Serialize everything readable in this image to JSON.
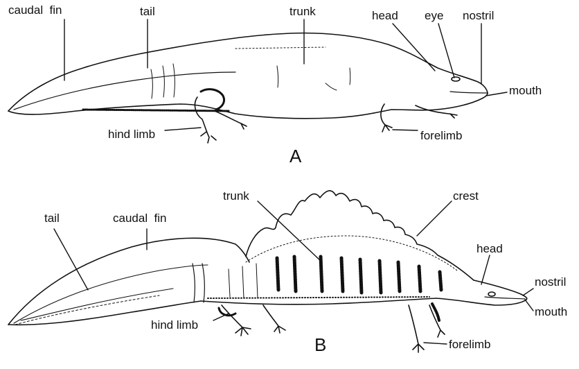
{
  "diagram_a": {
    "letter": "A",
    "labels": {
      "caudal_fin": "caudal  fin",
      "tail": "tail",
      "trunk": "trunk",
      "head": "head",
      "eye": "eye",
      "nostril": "nostril",
      "mouth": "mouth",
      "hind_limb": "hind limb",
      "forelimb": "forelimb"
    }
  },
  "diagram_b": {
    "letter": "B",
    "labels": {
      "tail": "tail",
      "caudal_fin": "caudal  fin",
      "trunk": "trunk",
      "crest": "crest",
      "head": "head",
      "nostril": "nostril",
      "mouth": "mouth",
      "hind_limb": "hind limb",
      "forelimb": "forelimb"
    }
  },
  "colors": {
    "ink": "#111111",
    "background": "#ffffff"
  }
}
